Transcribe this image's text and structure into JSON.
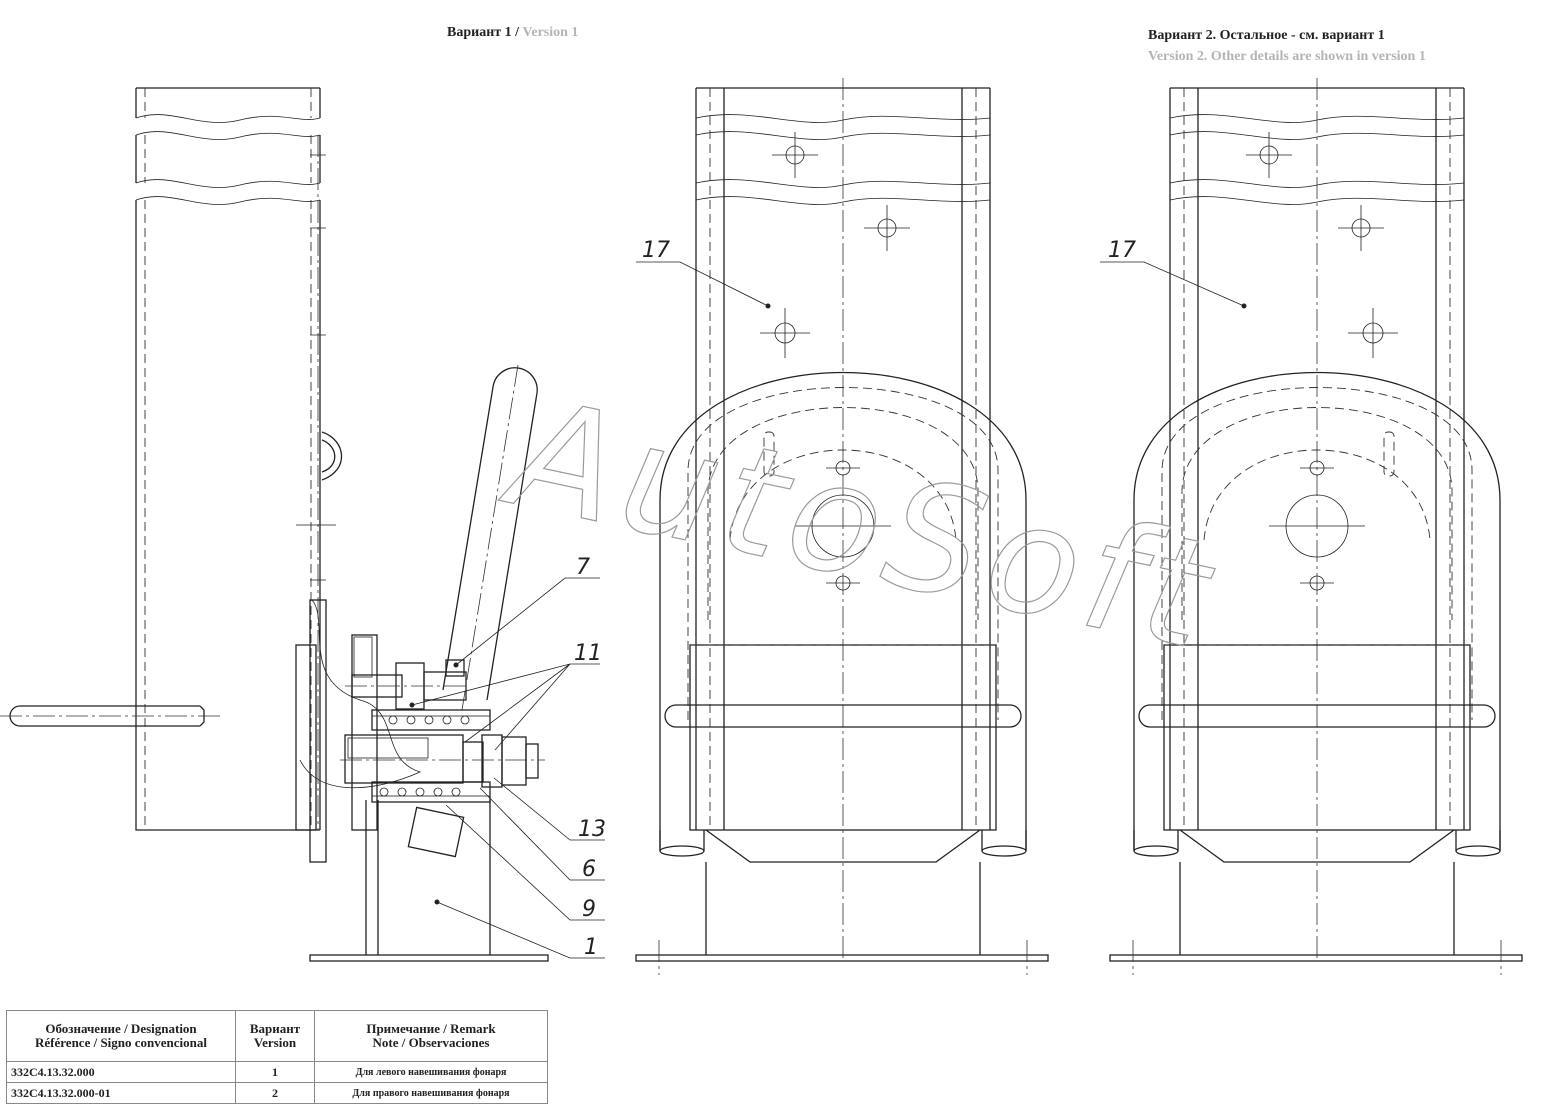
{
  "titles": {
    "v1_ru": "Вариант 1 /",
    "v1_en": "Version 1",
    "v2_ru": "Вариант 2. Остальное - см. вариант 1",
    "v2_en": "Version 2. Other details are shown in version 1"
  },
  "callouts": {
    "c17a": "17",
    "c17b": "17",
    "c7": "7",
    "c11": "11",
    "c13": "13",
    "c6": "6",
    "c9": "9",
    "c1": "1"
  },
  "watermark": "AutoSoft",
  "table": {
    "headers": {
      "designation_1": "Обозначение / Designation",
      "designation_2": "Référence / Signo convencional",
      "version_1": "Вариант",
      "version_2": "Version",
      "remark_1": "Примечание / Remark",
      "remark_2": "Note / Observaciones"
    },
    "rows": [
      {
        "designation": "332С4.13.32.000",
        "version": "1",
        "remark": "Для левого навешивания фонаря"
      },
      {
        "designation": "332С4.13.32.000-01",
        "version": "2",
        "remark": "Для правого навешивания фонаря"
      }
    ]
  }
}
